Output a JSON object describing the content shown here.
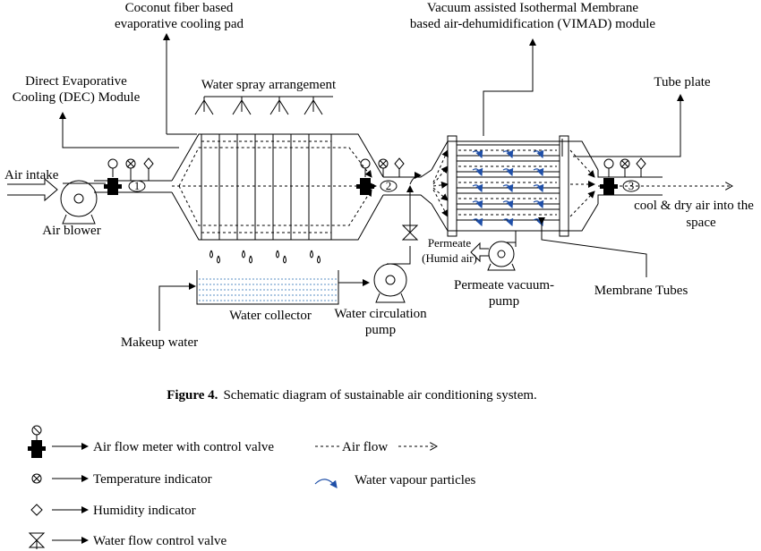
{
  "labels": {
    "coconut_pad": [
      "Coconut fiber based",
      "evaporative cooling pad"
    ],
    "vimad": [
      "Vacuum assisted Isothermal Membrane",
      "based air-dehumidification (VIMAD) module"
    ],
    "dec_module": [
      "Direct Evaporative",
      "Cooling (DEC) Module"
    ],
    "water_spray": "Water spray arrangement",
    "tube_plate": "Tube plate",
    "air_intake": "Air intake",
    "air_blower": "Air blower",
    "cool_dry_air": [
      "cool & dry air into the",
      "space"
    ],
    "permeate": [
      "Permeate",
      "(Humid air)"
    ],
    "permeate_pump": [
      "Permeate vacuum-",
      "pump"
    ],
    "membrane_tubes": "Membrane Tubes",
    "water_collector": "Water collector",
    "water_circ_pump": [
      "Water circulation",
      "pump"
    ],
    "makeup_water": "Makeup water",
    "meter_numbers": [
      "1",
      "2",
      "3"
    ]
  },
  "caption": {
    "bold": "Figure 4.",
    "text": "Schematic diagram of sustainable  air conditioning system."
  },
  "legend": {
    "flow_meter": "Air flow meter with control valve",
    "air_flow": "Air flow",
    "temperature": "Temperature indicator",
    "vapour": "Water vapour particles",
    "humidity": "Humidity indicator",
    "water_valve": "Water flow control valve"
  },
  "colors": {
    "line": "#000000",
    "vapour": "#1f4fa8",
    "water": "#5a8fc4"
  }
}
